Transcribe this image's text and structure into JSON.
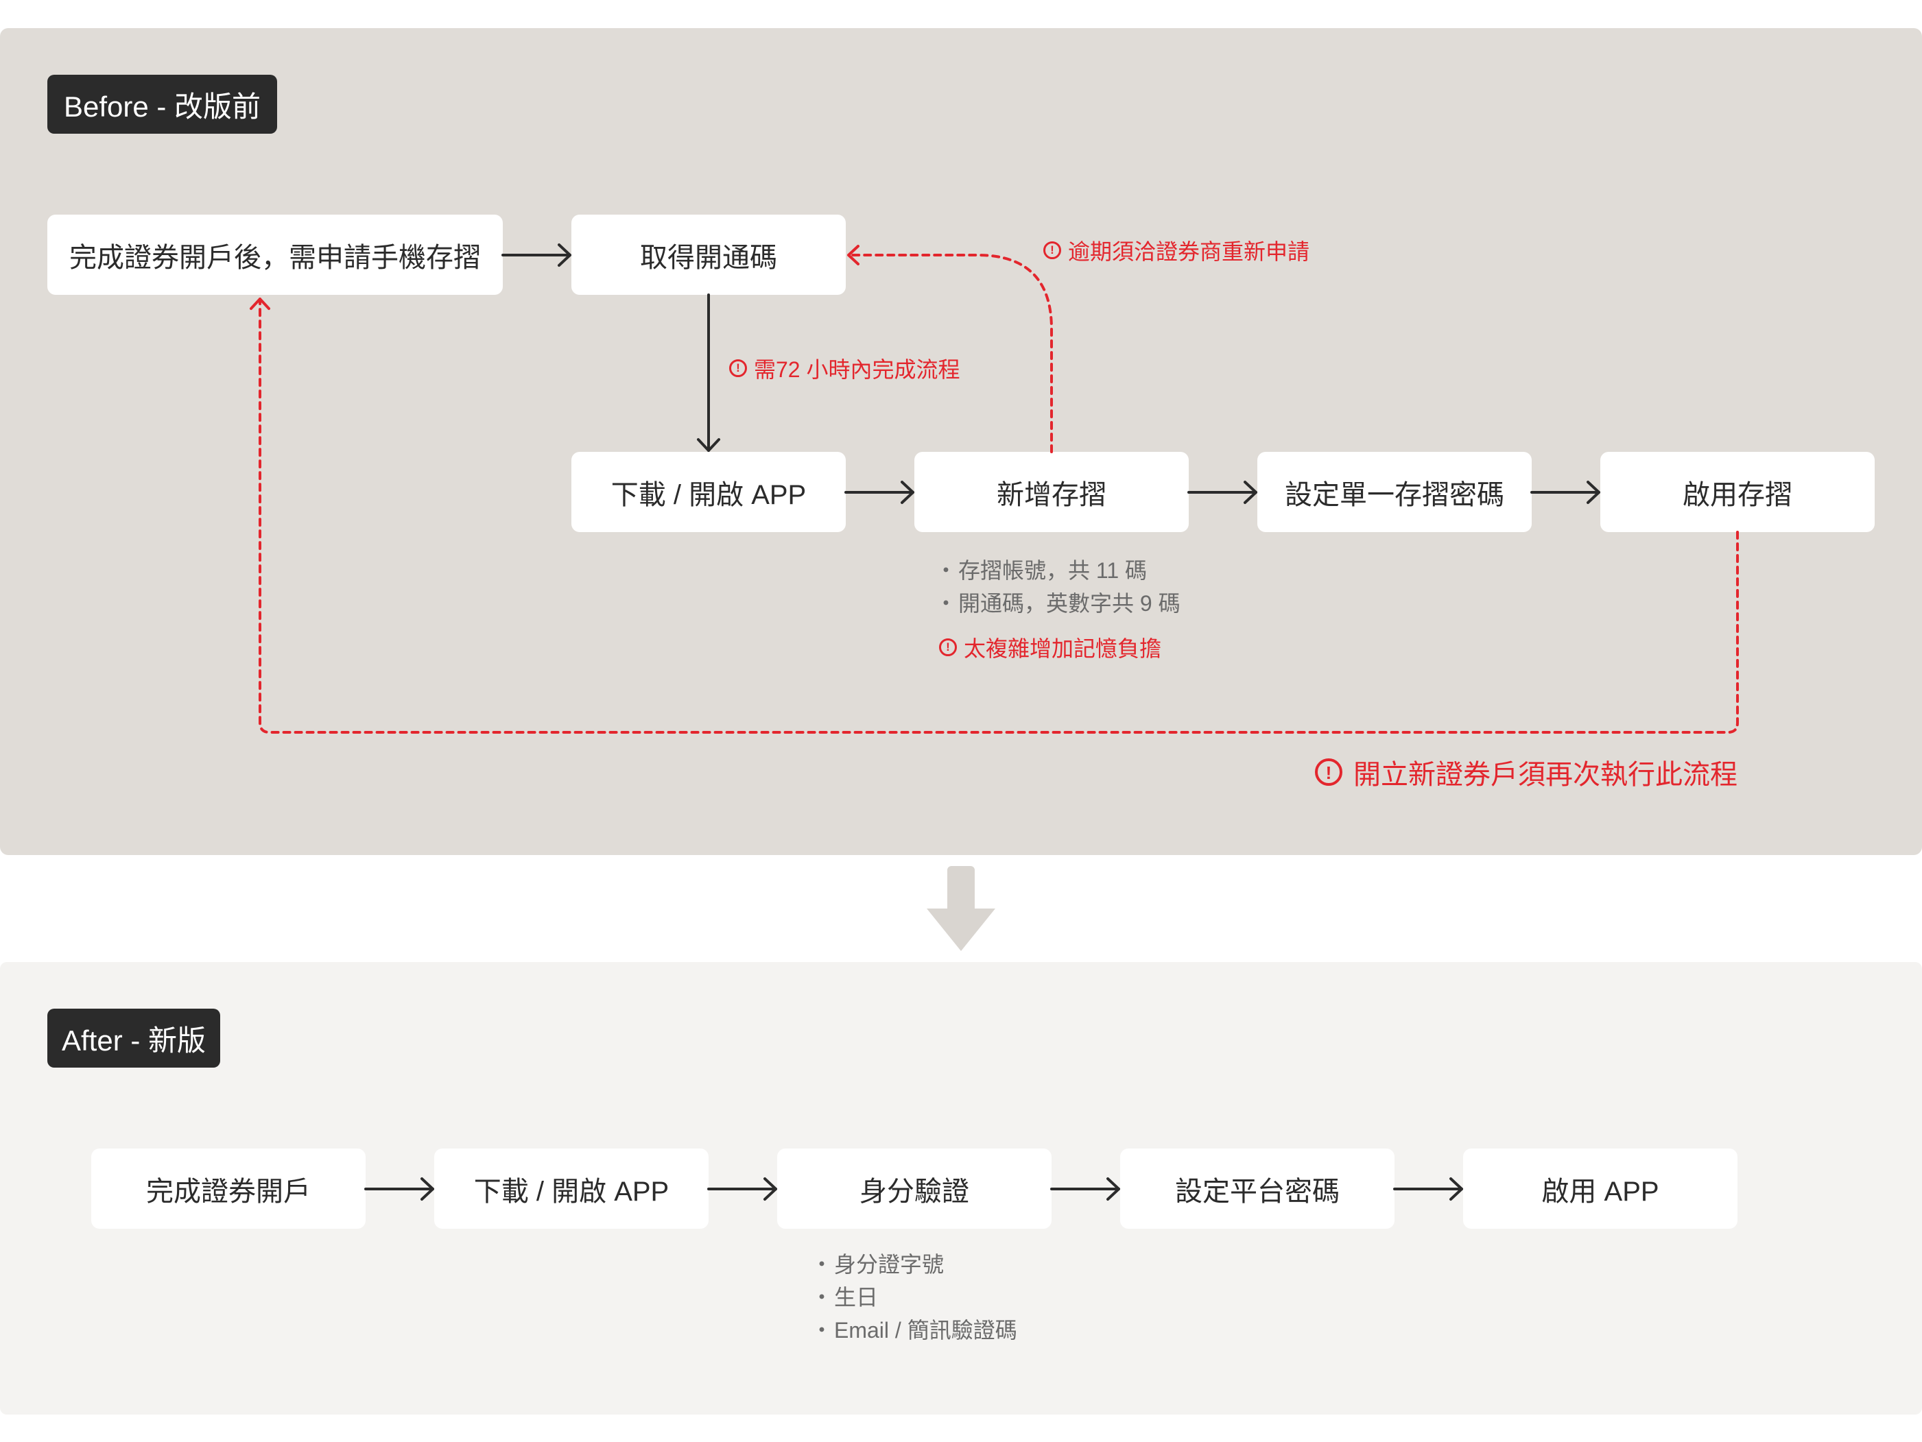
{
  "colors": {
    "before_bg": "#e0dcd7",
    "after_bg": "#f4f3f1",
    "tag_bg": "#2b2b2b",
    "warning": "#e3262d",
    "arrow": "#2b2b2b",
    "down_arrow": "#d9d5d0"
  },
  "before": {
    "tag": "Before - 改版前",
    "steps": {
      "apply": "完成證券開戶後，需申請手機存摺",
      "code": "取得開通碼",
      "download": "下載 / 開啟 APP",
      "add": "新增存摺",
      "password": "設定單一存摺密碼",
      "enable": "啟用存摺"
    },
    "warnings": {
      "expired": "逾期須洽證券商重新申請",
      "within72": "需72 小時內完成流程",
      "complex": "太複雜增加記憶負擔",
      "repeat": "開立新證券戶須再次執行此流程"
    },
    "bullets": [
      "存摺帳號，共 11 碼",
      "開通碼，英數字共 9 碼"
    ],
    "warning_icon": "exclamation-circle-icon",
    "bullet_glyph": "・"
  },
  "after": {
    "tag": "After - 新版",
    "steps": {
      "open": "完成證券開戶",
      "download": "下載 / 開啟 APP",
      "verify": "身分驗證",
      "password": "設定平台密碼",
      "enable": "啟用 APP"
    },
    "bullets": [
      "身分證字號",
      "生日",
      "Email / 簡訊驗證碼"
    ],
    "bullet_glyph": "・"
  },
  "transition_icon": "down-arrow-icon"
}
